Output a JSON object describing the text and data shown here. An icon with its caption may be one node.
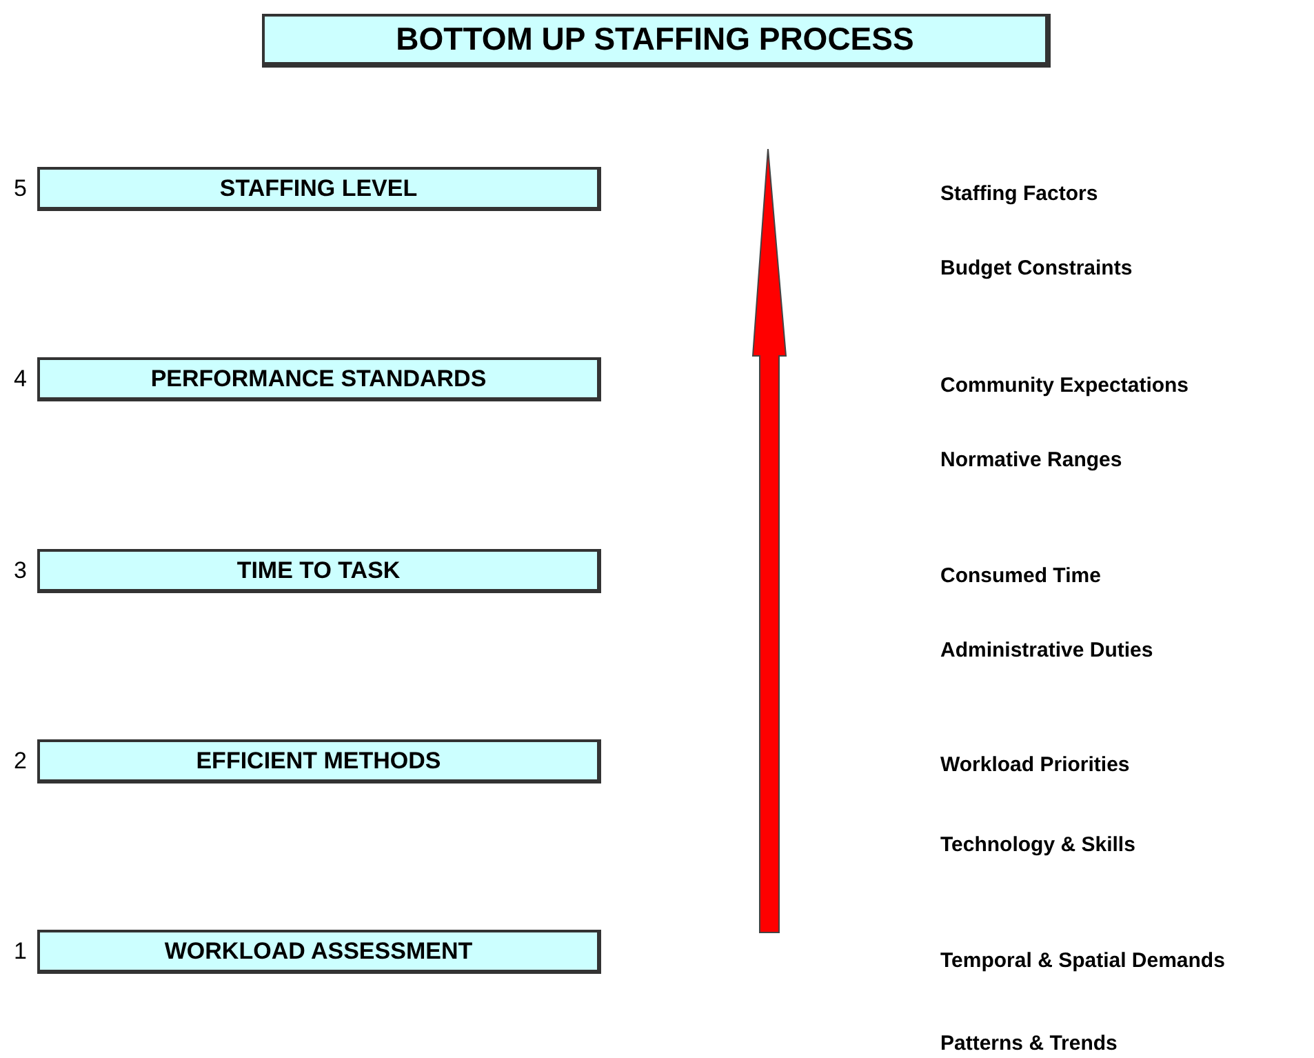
{
  "diagram": {
    "title": "BOTTOM UP STAFFING PROCESS",
    "nodes": [
      {
        "text": [
          "STAFFING LEVEL"
        ],
        "beside": [
          "5"
        ]
      },
      {
        "text": [
          "PERFORMANCE STANDARDS"
        ],
        "beside": [
          "4"
        ]
      },
      {
        "text": [
          "TIME TO TASK"
        ],
        "beside": [
          "3"
        ]
      },
      {
        "text": [
          "EFFICIENT METHODS"
        ],
        "beside": [
          "2"
        ]
      },
      {
        "text": [
          "WORKLOAD ASSESSMENT"
        ],
        "beside": [
          "1"
        ]
      }
    ],
    "edges": [],
    "labels": [
      "Staffing Factors",
      "Budget Constraints",
      "Community Expectations",
      "Normative Ranges",
      "Consumed Time",
      "Administrative Duties",
      "Workload Priorities",
      "Technology & Skills",
      "Temporal & Spatial Demands",
      "Patterns & Trends"
    ]
  }
}
